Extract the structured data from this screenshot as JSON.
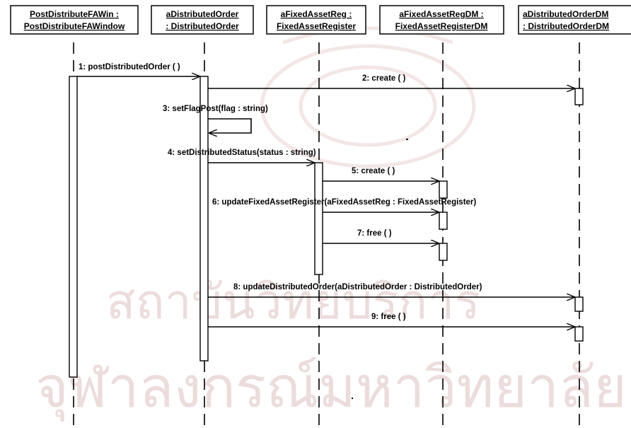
{
  "objects": [
    {
      "line1": "PostDistributeFAWin :",
      "line2": "PostDistributeFAWindow"
    },
    {
      "line1": "aDistributedOrder",
      "line2": ": DistributedOrder"
    },
    {
      "line1": "aFixedAssetReg :",
      "line2": "FixedAssetRegister"
    },
    {
      "line1": "aFixedAssetRegDM :",
      "line2": "FixedAssetRegisterDM"
    },
    {
      "line1": "aDistributedOrderDM",
      "line2": ": DistributedOrderDM"
    }
  ],
  "messages": [
    {
      "label": "1: postDistributedOrder ( )"
    },
    {
      "label": "2: create ( )"
    },
    {
      "label": "3: setFlagPost(flag : string)"
    },
    {
      "label": "4: setDistributedStatus(status : string)"
    },
    {
      "label": "5: create ( )"
    },
    {
      "label": "6: updateFixedAssetRegister(aFixedAssetReg : FixedAssetRegister)"
    },
    {
      "label": "7: free ( )"
    },
    {
      "label": "8: updateDistributedOrder(aDistributedOrder : DistributedOrder)"
    },
    {
      "label": "9: free ( )"
    }
  ],
  "watermark": {
    "line1": "สถาบันวิทยบริการ",
    "line2": "จุฬาลงกรณ์มหาวิทยาลัย"
  }
}
